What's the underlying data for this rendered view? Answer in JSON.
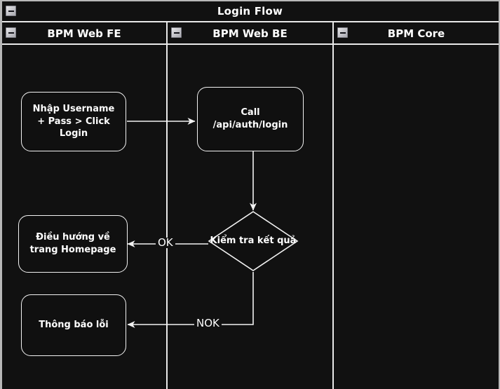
{
  "pool": {
    "title": "Login Flow",
    "collapse_icon": "minus-box-icon"
  },
  "lanes": [
    {
      "id": "fe",
      "label": "BPM Web FE",
      "collapse_icon": "minus-box-icon"
    },
    {
      "id": "be",
      "label": "BPM Web BE",
      "collapse_icon": "minus-box-icon"
    },
    {
      "id": "core",
      "label": "BPM Core",
      "collapse_icon": "minus-box-icon"
    }
  ],
  "nodes": [
    {
      "id": "n1",
      "lane": "fe",
      "type": "task",
      "text": "Nhập Username + Pass > Click Login"
    },
    {
      "id": "n2",
      "lane": "be",
      "type": "task",
      "text": "Call /api/auth/login"
    },
    {
      "id": "n3",
      "lane": "be",
      "type": "decision",
      "text": "Kiểm tra kết quả"
    },
    {
      "id": "n4",
      "lane": "fe",
      "type": "task",
      "text": "Điều hướng về trang Homepage"
    },
    {
      "id": "n5",
      "lane": "fe",
      "type": "task",
      "text": "Thông báo lỗi"
    }
  ],
  "edges": [
    {
      "id": "e1",
      "from": "n1",
      "to": "n2",
      "label": ""
    },
    {
      "id": "e2",
      "from": "n2",
      "to": "n3",
      "label": ""
    },
    {
      "id": "e3",
      "from": "n3",
      "to": "n4",
      "label": "OK"
    },
    {
      "id": "e4",
      "from": "n3",
      "to": "n5",
      "label": "NOK"
    }
  ],
  "colors": {
    "background": "#111111",
    "stroke": "#f2f2f2",
    "text": "#ffffff",
    "frame": "#b8b8b8",
    "icon_face": "#cccccc"
  }
}
